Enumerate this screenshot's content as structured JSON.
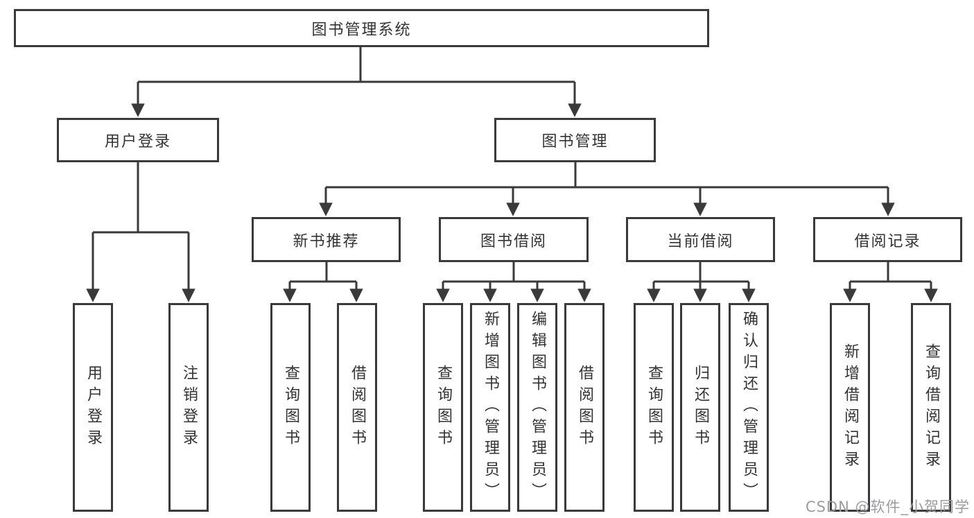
{
  "diagram": {
    "type": "tree",
    "title": "图书管理系统",
    "colors": {
      "line": "#3a3a3a",
      "box_border": "#3a3a3a",
      "text": "#333333",
      "background": "#ffffff",
      "watermark": "#9b9ba2"
    },
    "nodes": {
      "root": {
        "label": "图书管理系统"
      },
      "user_login": {
        "label": "用户登录"
      },
      "book_mgmt": {
        "label": "图书管理"
      },
      "new_book_rec": {
        "label": "新书推荐"
      },
      "book_borrow": {
        "label": "图书借阅"
      },
      "current_borrow": {
        "label": "当前借阅"
      },
      "borrow_records": {
        "label": "借阅记录"
      },
      "login": {
        "label": "用户登录"
      },
      "logout": {
        "label": "注销登录"
      },
      "rec_query_book": {
        "label": "查询图书"
      },
      "rec_borrow_book": {
        "label": "借阅图书"
      },
      "bb_query_book": {
        "label": "查询图书"
      },
      "bb_add_book": {
        "label": "新增图书（管理员）"
      },
      "bb_edit_book": {
        "label": "编辑图书（管理员）"
      },
      "bb_borrow_book": {
        "label": "借阅图书"
      },
      "cb_query_book": {
        "label": "查询图书"
      },
      "cb_return_book": {
        "label": "归还图书"
      },
      "cb_confirm_return": {
        "label": "确认归还（管理员）"
      },
      "br_add_record": {
        "label": "新增借阅记录"
      },
      "br_query_record": {
        "label": "查询借阅记录"
      }
    },
    "edges": [
      {
        "from": "root",
        "to": [
          "user_login",
          "book_mgmt"
        ]
      },
      {
        "from": "user_login",
        "to": [
          "login",
          "logout"
        ]
      },
      {
        "from": "book_mgmt",
        "to": [
          "new_book_rec",
          "book_borrow",
          "current_borrow",
          "borrow_records"
        ]
      },
      {
        "from": "new_book_rec",
        "to": [
          "rec_query_book",
          "rec_borrow_book"
        ]
      },
      {
        "from": "book_borrow",
        "to": [
          "bb_query_book",
          "bb_add_book",
          "bb_edit_book",
          "bb_borrow_book"
        ]
      },
      {
        "from": "current_borrow",
        "to": [
          "cb_query_book",
          "cb_return_book",
          "cb_confirm_return"
        ]
      },
      {
        "from": "borrow_records",
        "to": [
          "br_add_record",
          "br_query_record"
        ]
      }
    ],
    "watermark": "CSDN @软件_小贺同学"
  }
}
